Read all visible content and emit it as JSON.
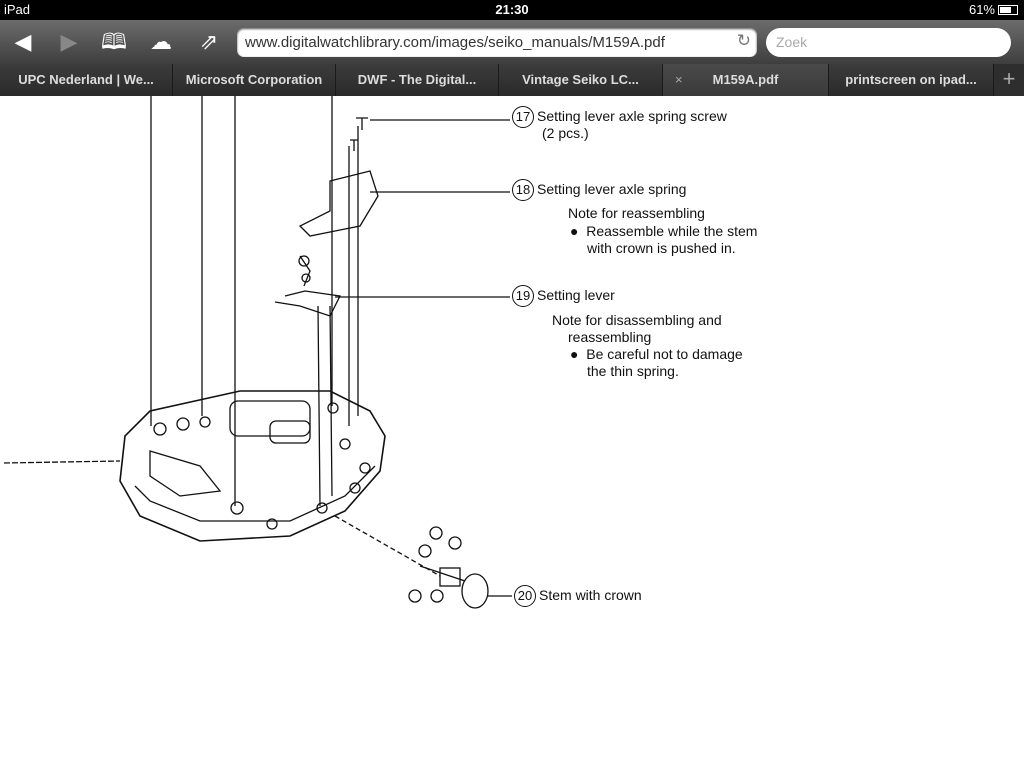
{
  "status": {
    "device": "iPad",
    "time": "21:30",
    "battery": "61%"
  },
  "toolbar": {
    "url": "www.digitalwatchlibrary.com/images/seiko_manuals/M159A.pdf",
    "search_placeholder": "Zoek"
  },
  "tabs": [
    {
      "label": "UPC Nederland | We..."
    },
    {
      "label": "Microsoft Corporation"
    },
    {
      "label": "DWF - The Digital..."
    },
    {
      "label": "Vintage Seiko LC..."
    },
    {
      "label": "M159A.pdf",
      "close": "×"
    },
    {
      "label": "printscreen on ipad..."
    }
  ],
  "parts": [
    {
      "num": "17",
      "name": "Setting lever axle spring screw",
      "sub": "(2 pcs.)"
    },
    {
      "num": "18",
      "name": "Setting lever axle spring",
      "note_title": "Note for reassembling",
      "note_lines": [
        "Reassemble while the stem",
        "with crown is pushed in."
      ]
    },
    {
      "num": "19",
      "name": "Setting lever",
      "note_title": "Note for disassembling and",
      "note_title2": "reassembling",
      "note_lines": [
        "Be careful not to damage",
        "the thin spring."
      ]
    },
    {
      "num": "20",
      "name": "Stem with crown"
    }
  ]
}
